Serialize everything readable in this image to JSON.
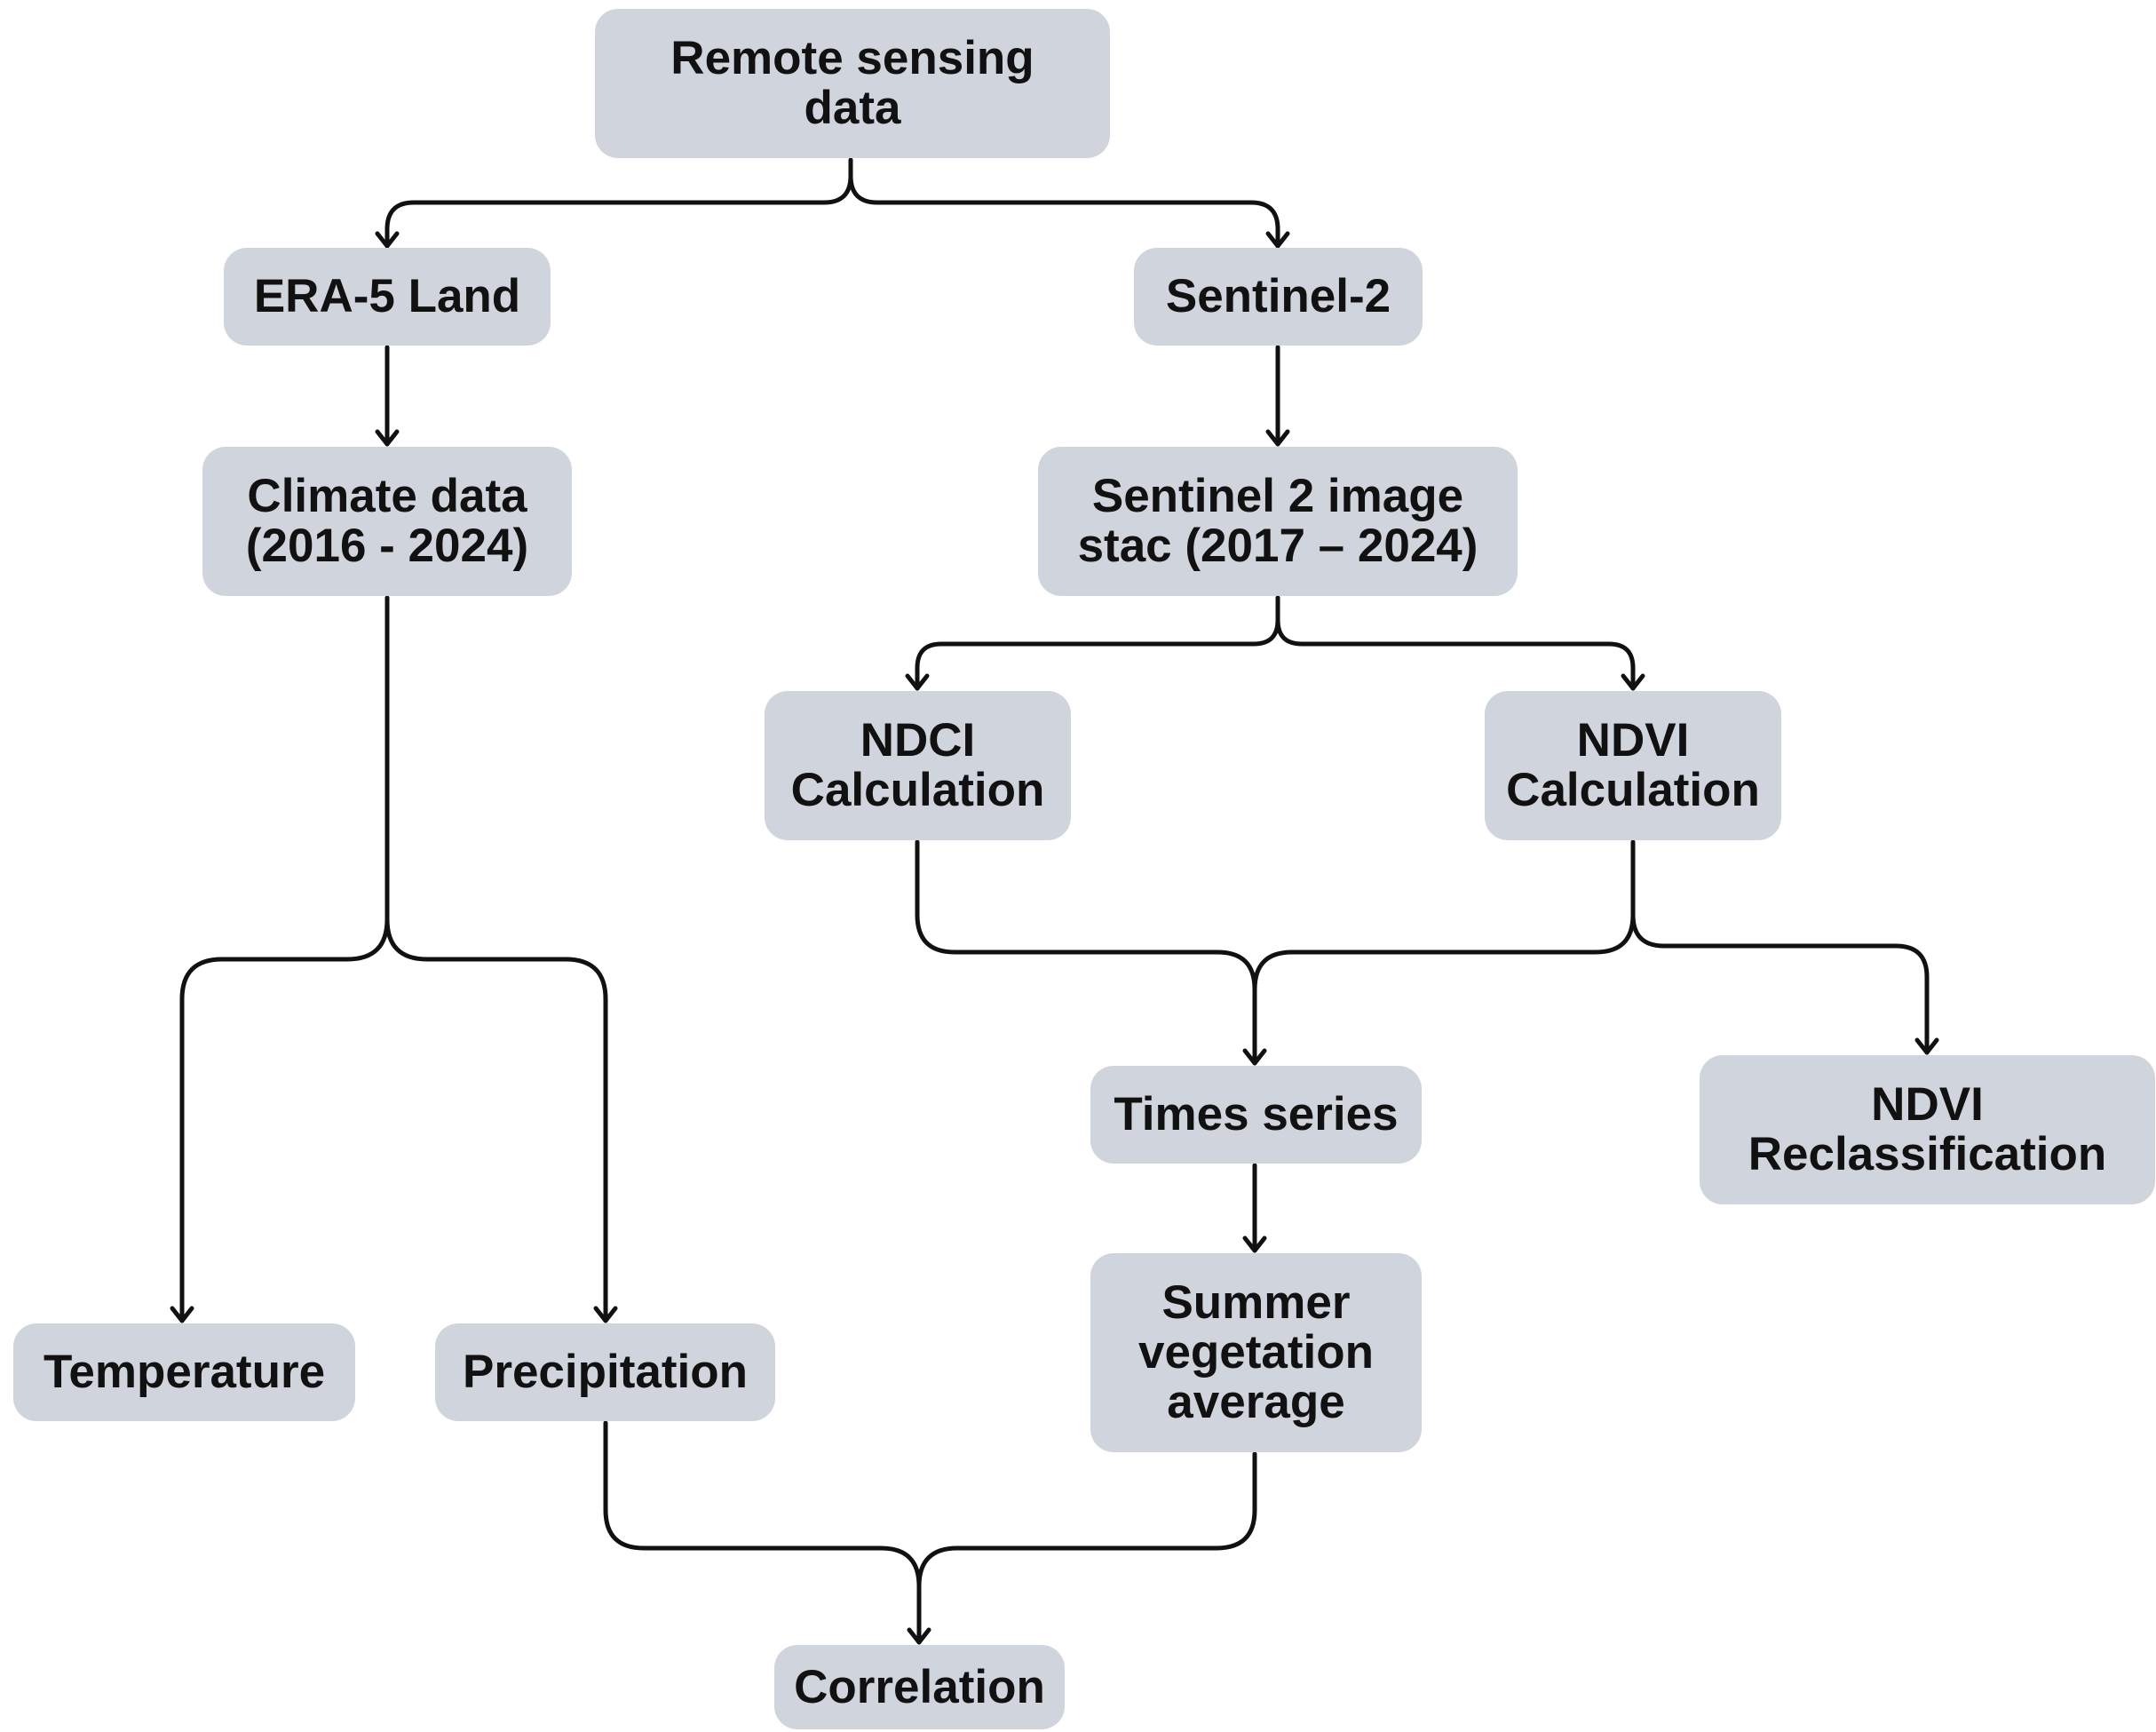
{
  "nodes": {
    "remote_sensing": {
      "lines": [
        "Remote sensing",
        "data"
      ]
    },
    "era5": {
      "lines": [
        "ERA-5 Land"
      ]
    },
    "sentinel2": {
      "lines": [
        "Sentinel-2"
      ]
    },
    "climate": {
      "lines": [
        "Climate data",
        "(2016 - 2024)"
      ]
    },
    "s2_stack": {
      "lines": [
        "Sentinel 2 image",
        "stac (2017 – 2024)"
      ]
    },
    "ndci": {
      "lines": [
        "NDCI",
        "Calculation"
      ]
    },
    "ndvi": {
      "lines": [
        "NDVI",
        "Calculation"
      ]
    },
    "times_series": {
      "lines": [
        "Times series"
      ]
    },
    "ndvi_reclass": {
      "lines": [
        "NDVI",
        "Reclassification"
      ]
    },
    "summer_avg": {
      "lines": [
        "Summer",
        "vegetation",
        "average"
      ]
    },
    "temperature": {
      "lines": [
        "Temperature"
      ]
    },
    "precipitation": {
      "lines": [
        "Precipitation"
      ]
    },
    "correlation": {
      "lines": [
        "Correlation"
      ]
    }
  },
  "edges": [
    {
      "from": "remote_sensing",
      "to": "era5"
    },
    {
      "from": "remote_sensing",
      "to": "sentinel2"
    },
    {
      "from": "era5",
      "to": "climate"
    },
    {
      "from": "sentinel2",
      "to": "s2_stack"
    },
    {
      "from": "climate",
      "to": "temperature"
    },
    {
      "from": "climate",
      "to": "precipitation"
    },
    {
      "from": "s2_stack",
      "to": "ndci"
    },
    {
      "from": "s2_stack",
      "to": "ndvi"
    },
    {
      "from": "ndci",
      "to": "times_series"
    },
    {
      "from": "ndvi",
      "to": "times_series"
    },
    {
      "from": "ndvi",
      "to": "ndvi_reclass"
    },
    {
      "from": "times_series",
      "to": "summer_avg"
    },
    {
      "from": "precipitation",
      "to": "correlation"
    },
    {
      "from": "summer_avg",
      "to": "correlation"
    }
  ],
  "colors": {
    "node_fill": "#d0d4dc",
    "text": "#111111",
    "arrow": "#111111",
    "background": "#ffffff"
  }
}
